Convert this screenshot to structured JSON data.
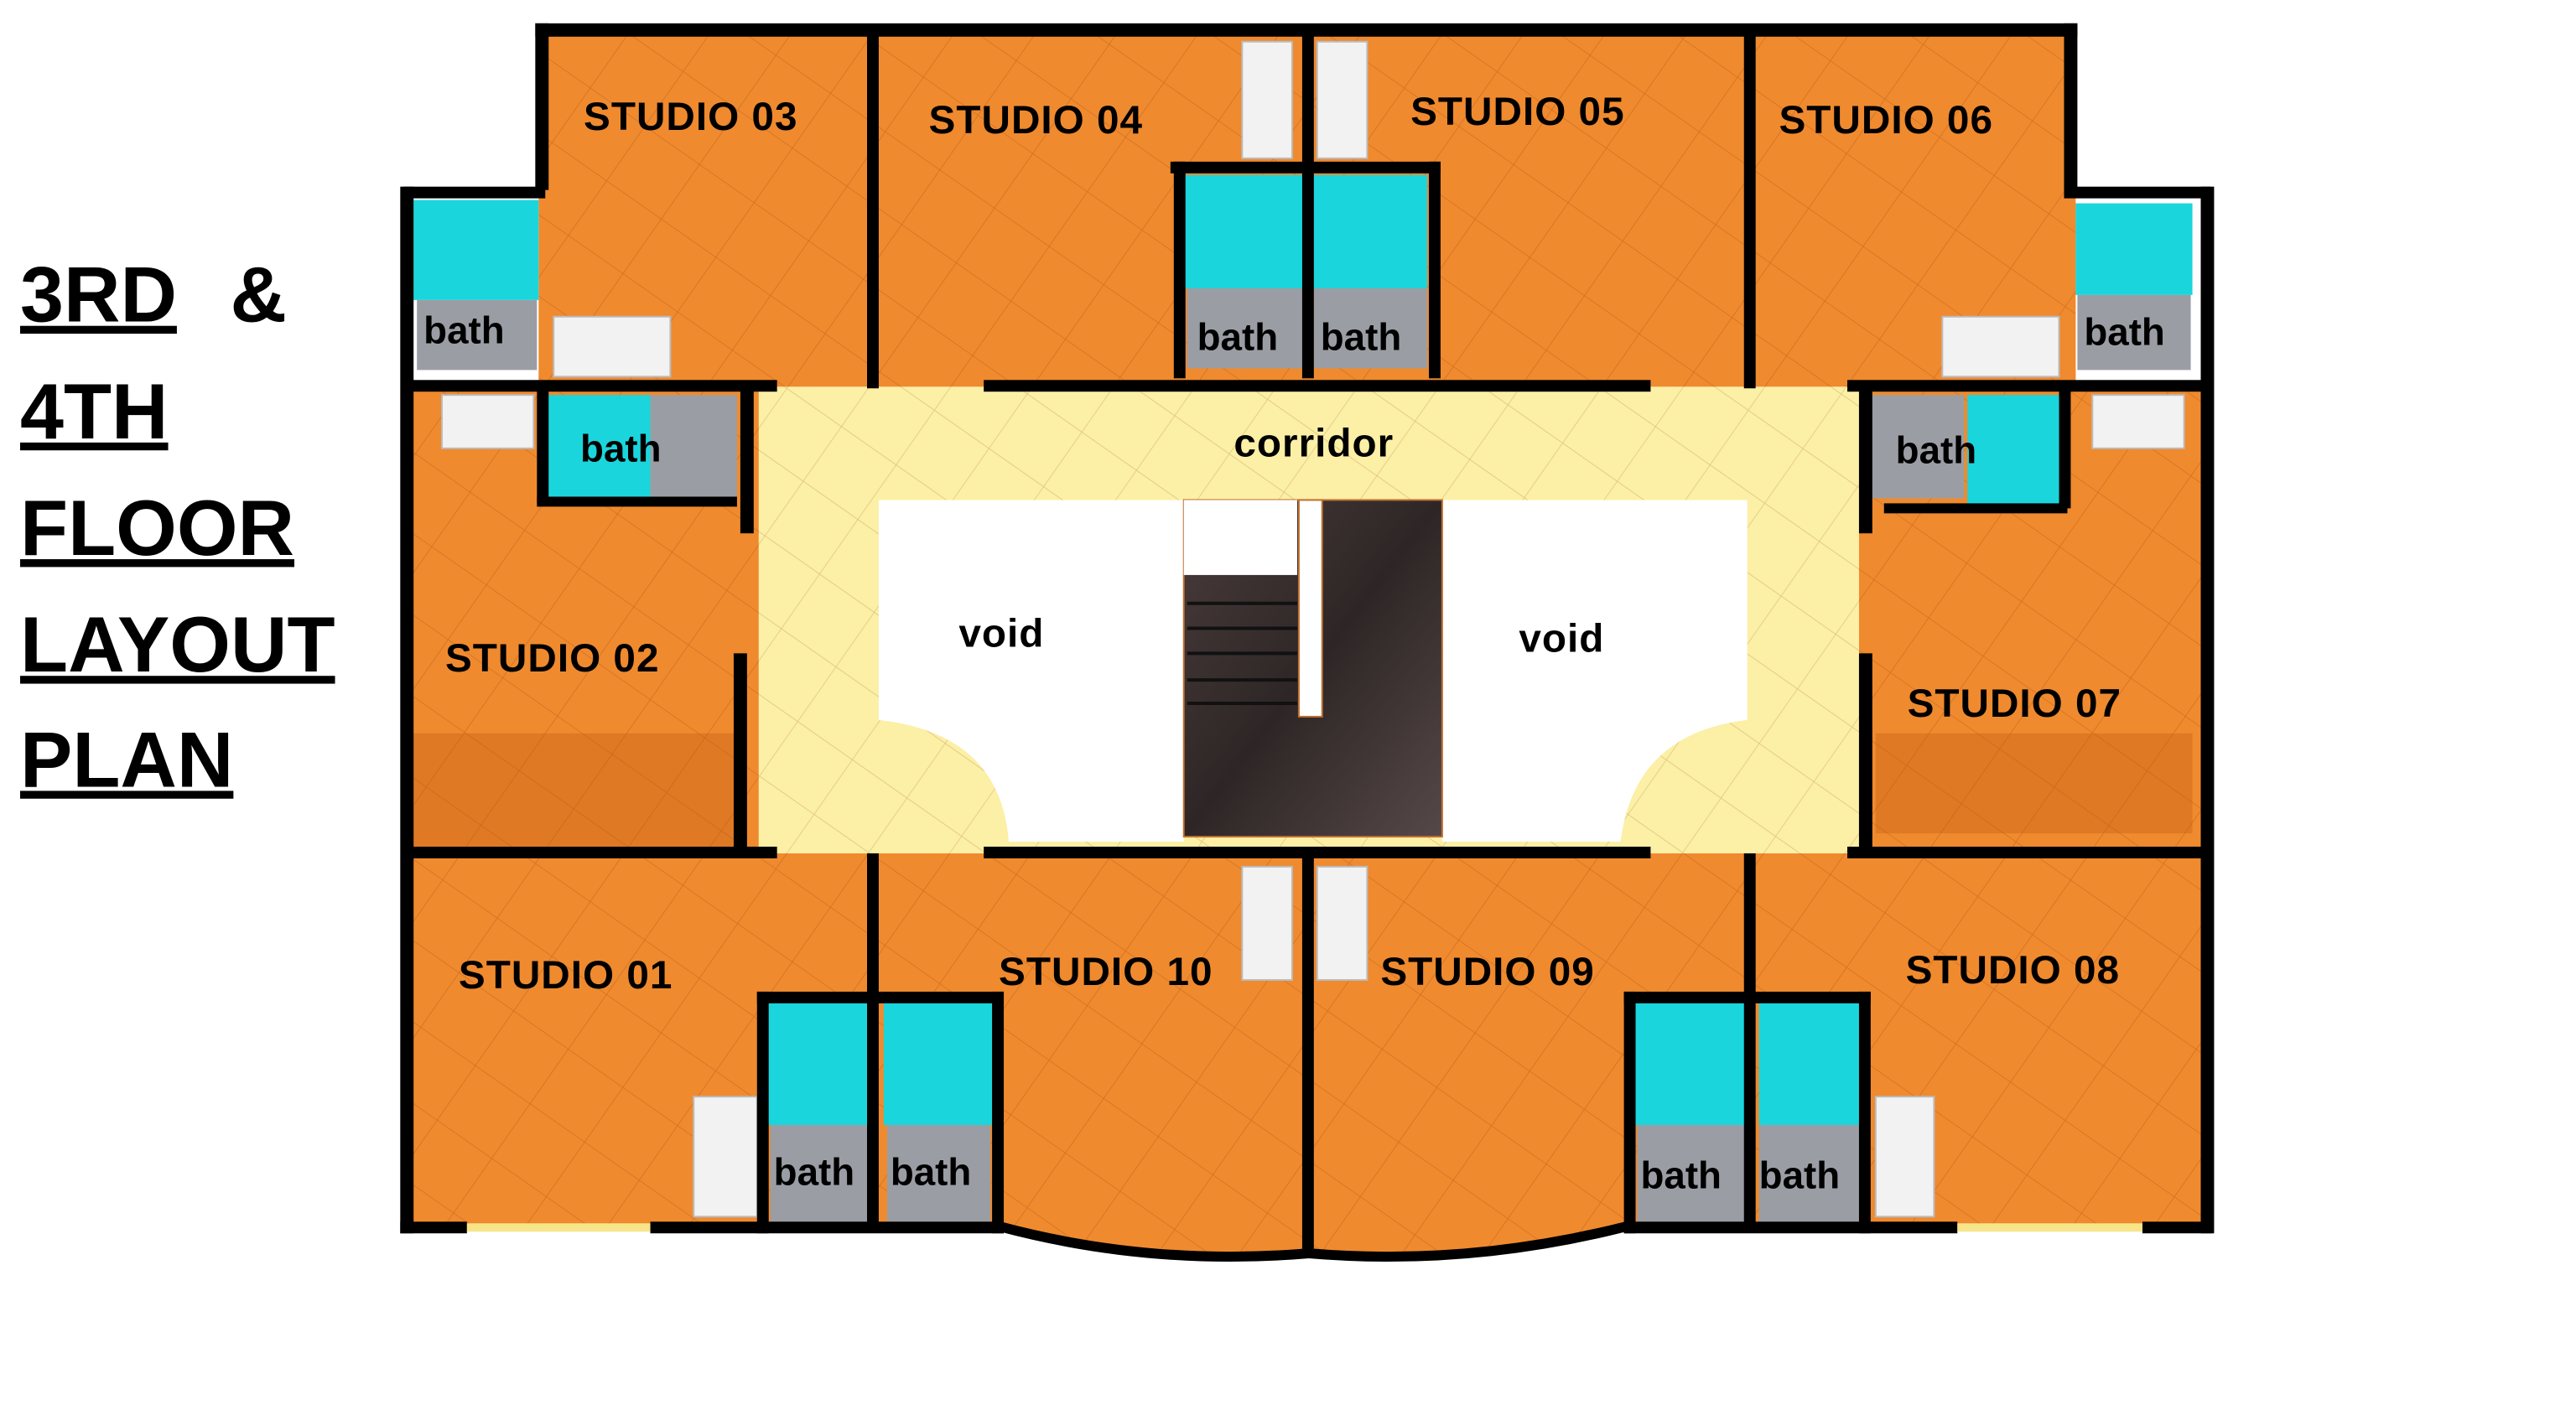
{
  "title": {
    "line1_a": "3RD",
    "line1_b": "&",
    "line2": "4TH",
    "line3": "FLOOR",
    "line4": "LAYOUT",
    "line5": "PLAN"
  },
  "rooms": {
    "studio_01": "STUDIO 01",
    "studio_02": "STUDIO 02",
    "studio_03": "STUDIO 03",
    "studio_04": "STUDIO 04",
    "studio_05": "STUDIO 05",
    "studio_06": "STUDIO 06",
    "studio_07": "STUDIO 07",
    "studio_08": "STUDIO 08",
    "studio_09": "STUDIO 09",
    "studio_10": "STUDIO 10",
    "corridor": "corridor",
    "void_left": "void",
    "void_right": "void",
    "bath": "bath"
  },
  "colors": {
    "floor_orange": "#f08a2e",
    "corridor_yellow": "#fcefa6",
    "bath_cyan": "#1ad6dc",
    "wall": "#000000"
  }
}
